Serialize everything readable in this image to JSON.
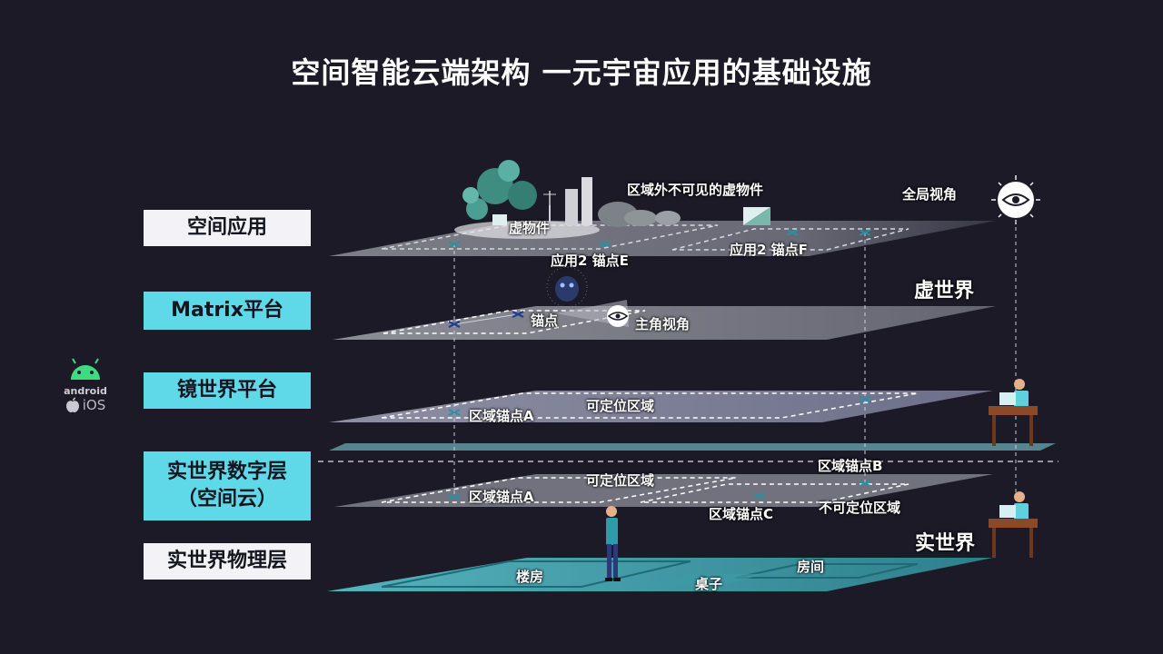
{
  "title": "空间智能云端架构 一元宇宙应用的基础设施",
  "layers": [
    {
      "label": "空间应用"
    },
    {
      "label": "Matrix平台"
    },
    {
      "label": "镜世界平台"
    },
    {
      "label": "实世界数字层（空间云）"
    },
    {
      "label": "实世界物理层"
    }
  ],
  "labels": {
    "virtual_object": "虚物件",
    "invisible_outside": "区域外不可见的虚物件",
    "global_view": "全局视角",
    "app2_anchor_e": "应用2 锚点E",
    "app2_anchor_f": "应用2 锚点F",
    "virtual_world": "虚世界",
    "anchor": "锚点",
    "main_view": "主角视角",
    "locatable_area": "可定位区域",
    "region_anchor_a": "区域锚点A",
    "region_anchor_b": "区域锚点B",
    "region_anchor_c": "区域锚点C",
    "non_locatable_area": "不可定位区域",
    "real_world": "实世界",
    "building": "楼房",
    "room": "房间",
    "desk": "桌子"
  },
  "platforms": {
    "android": "android",
    "ios": "iOS"
  },
  "colors": {
    "background": "#1b1a26",
    "cyan_label": "#5fd8e8",
    "white_label": "#f2f2f7",
    "anchor_mark": "#2a8fa0",
    "physical_layer": "#4fb3bf"
  }
}
